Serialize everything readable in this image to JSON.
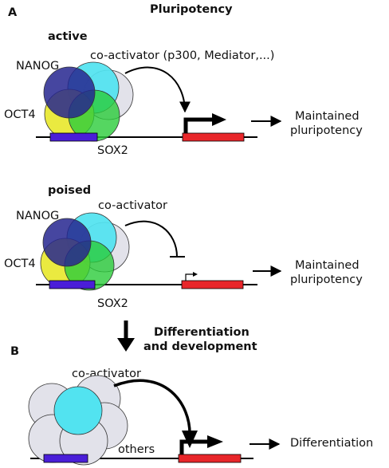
{
  "title": "Pluripotency",
  "panels": {
    "A": {
      "letter": "A",
      "active": {
        "state": "active",
        "nanog": "NANOG",
        "coactivator": "co-activator (p300, Mediator,...)",
        "oct4": "OCT4",
        "sox2": "SOX2",
        "outcome_line1": "Maintained",
        "outcome_line2": "pluripotency"
      },
      "poised": {
        "state": "poised",
        "nanog": "NANOG",
        "coactivator": "co-activator",
        "oct4": "OCT4",
        "sox2": "SOX2",
        "outcome_line1": "Maintained",
        "outcome_line2": "pluripotency"
      }
    },
    "transition": {
      "line1": "Differentiation",
      "line2": "and development"
    },
    "B": {
      "letter": "B",
      "coactivator": "co-activator",
      "others": "others",
      "outcome": "Differentiation"
    }
  },
  "colors": {
    "nanog": "#26268f",
    "coactivator": "#52e3f0",
    "oct4": "#e8e832",
    "sox2": "#2bcc3a",
    "background_protein": "#e2e2ea",
    "gene": "#e8262a",
    "enhancer": "#4a1ed8"
  }
}
